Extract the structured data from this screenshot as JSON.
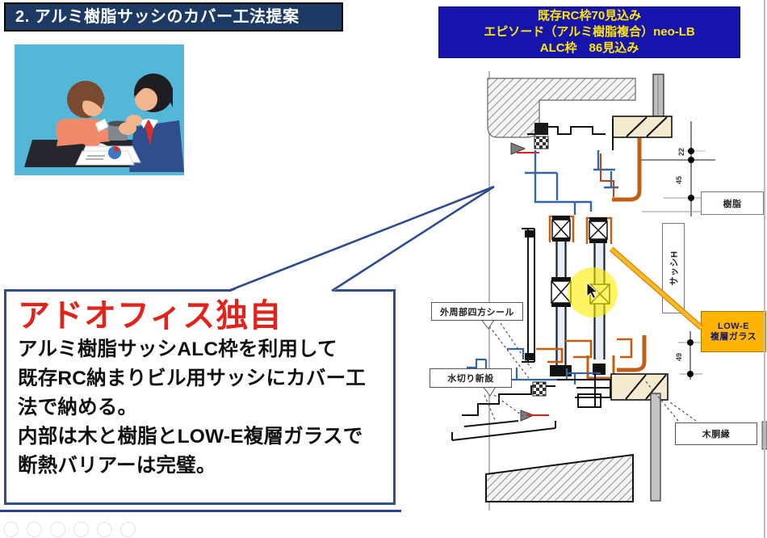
{
  "title": "2. アルミ樹脂サッシのカバー工法提案",
  "spec_box": {
    "lines": [
      "既存RC枠70見込み",
      "エピソード（アルミ樹脂複合）neo-LB",
      "ALC枠　86見込み"
    ]
  },
  "callout": {
    "heading": "アドオフィス独自",
    "body_lines": [
      "アルミ樹脂サッシALC枠を利用して",
      "既存RC納まりビル用サッシにカバー工",
      "法で納める。",
      "内部は木と樹脂とLOW-E複層ガラスで",
      "断熱バリアーは完璧。"
    ]
  },
  "drawing_labels": {
    "seal": "外周部四方シール",
    "mizukiri": "水切り新設",
    "jushi": "樹脂",
    "sash_h": "サッシH",
    "lowe_line1": "LOW-E",
    "lowe_line2": "複層ガラス",
    "kidobuchi": "木胴縁",
    "dims": [
      "22",
      "45",
      "49"
    ]
  },
  "colors": {
    "title_bg": "#1c3a63",
    "spec_bg": "#1515ad",
    "spec_text": "#ffe600",
    "heading_red": "#e0241c",
    "callout_border": "#2e4d8f",
    "lowe_bg": "#ffb400",
    "sash_blue": "#3465a4",
    "resin_orange": "#c05f15",
    "highlight_yellow": "#ffee00"
  }
}
